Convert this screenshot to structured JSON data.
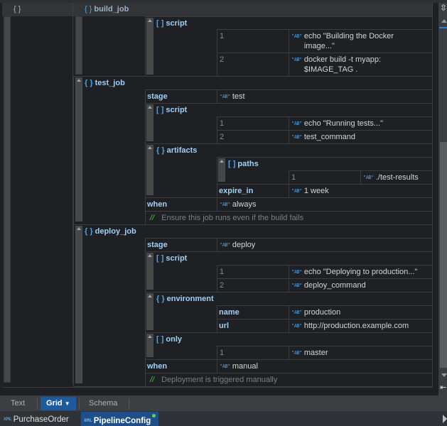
{
  "header": {
    "root_label": "{ }",
    "job_label": "build_job"
  },
  "build_job": {
    "script": {
      "label": "script",
      "items": [
        {
          "index": "1",
          "value_line1": "echo \"Building the Docker",
          "value_line2": "image...\""
        },
        {
          "index": "2",
          "value_line1": "docker build -t myapp:",
          "value_line2": "$IMAGE_TAG ."
        }
      ]
    }
  },
  "test_job": {
    "label": "test_job",
    "stage": {
      "key": "stage",
      "value": "test"
    },
    "script": {
      "label": "script",
      "items": [
        {
          "index": "1",
          "value": "echo \"Running tests...\""
        },
        {
          "index": "2",
          "value": "test_command"
        }
      ]
    },
    "artifacts": {
      "label": "artifacts",
      "paths": {
        "label": "paths",
        "items": [
          {
            "index": "1",
            "value": "./test-results"
          }
        ]
      },
      "expire_in": {
        "key": "expire_in",
        "value": "1 week"
      }
    },
    "when": {
      "key": "when",
      "value": "always"
    },
    "comment": "Ensure this job runs even if the build fails"
  },
  "deploy_job": {
    "label": "deploy_job",
    "stage": {
      "key": "stage",
      "value": "deploy"
    },
    "script": {
      "label": "script",
      "items": [
        {
          "index": "1",
          "value": "echo \"Deploying to production...\""
        },
        {
          "index": "2",
          "value": "deploy_command"
        }
      ]
    },
    "environment": {
      "label": "environment",
      "name": {
        "key": "name",
        "value": "production"
      },
      "url": {
        "key": "url",
        "value": "http://production.example.com"
      }
    },
    "only": {
      "label": "only",
      "items": [
        {
          "index": "1",
          "value": "master"
        }
      ]
    },
    "when": {
      "key": "when",
      "value": "manual"
    },
    "comment": "Deployment is triggered manually"
  },
  "glyphs": {
    "object": "{ }",
    "array": "[ ]",
    "string": "\"AB\"",
    "comment": "//",
    "xml": "XML"
  },
  "view_tabs": [
    {
      "label": "Text"
    },
    {
      "label": "Grid",
      "active": true
    },
    {
      "label": "Schema"
    }
  ],
  "doc_tabs": [
    {
      "label": "PurchaseOrder"
    },
    {
      "label": "PipelineConfig",
      "active": true,
      "modified": true
    }
  ],
  "colors": {
    "accent": "#4aa3ea",
    "key": "#9fd0f5",
    "active_tab": "#1e5b9e",
    "comment_marker": "#4ec94e",
    "modified_dot": "#5cd65c"
  }
}
